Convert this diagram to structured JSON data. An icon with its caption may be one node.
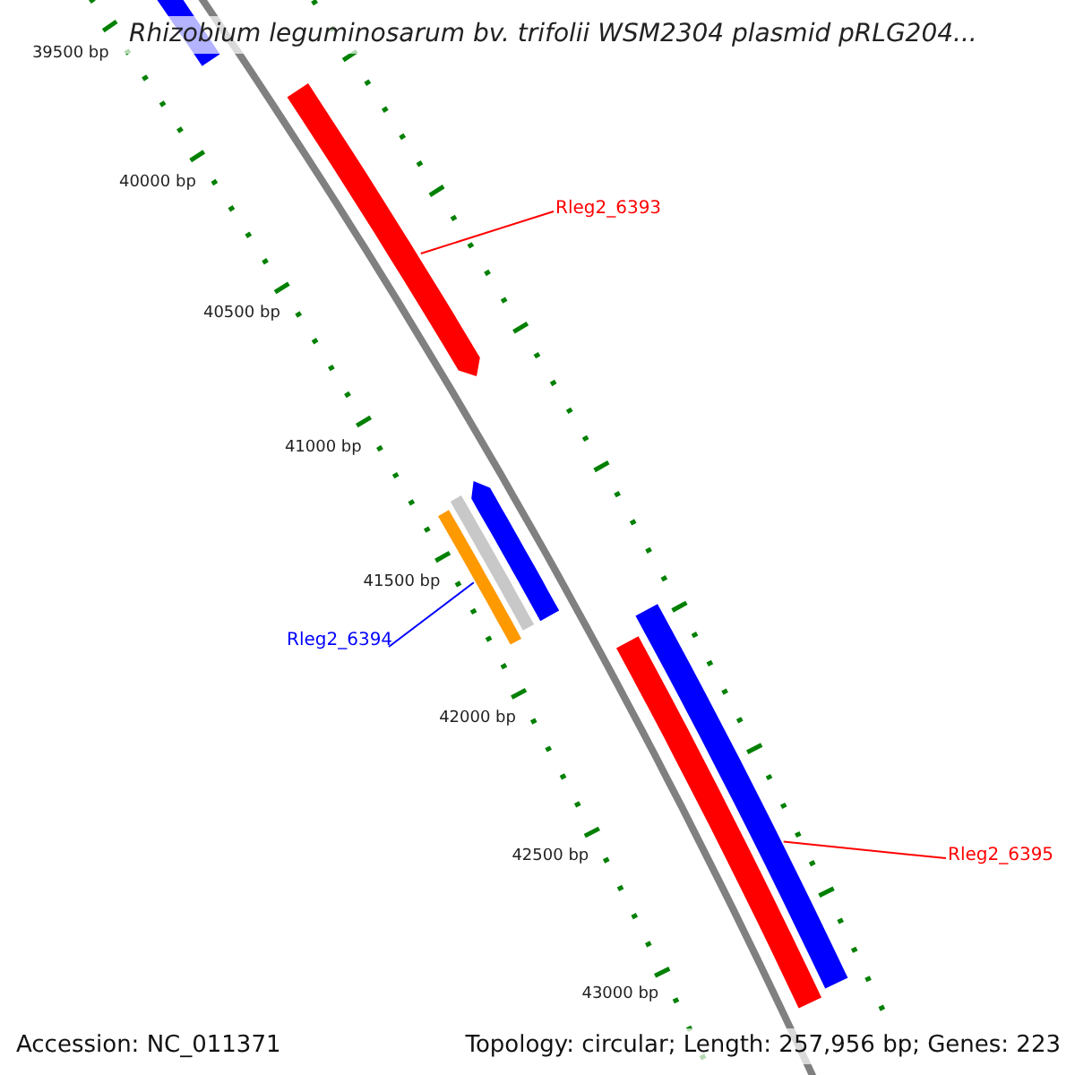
{
  "diagram": {
    "title": "Rhizobium leguminosarum bv. trifolii WSM2304 plasmid pRLG204...",
    "nodes": [
      {
        "text": [
          "Rleg2_6393"
        ]
      },
      {
        "text": [],
        "shape": "bar"
      },
      {
        "text": [
          "Rleg2_6394"
        ]
      },
      {
        "text": [],
        "shape": "bar"
      },
      {
        "text": [
          "Rleg2_6395"
        ]
      },
      {
        "text": [],
        "shape": "bar"
      }
    ],
    "edges": [
      {
        "from": 0,
        "to": 1,
        "arrow": "none"
      },
      {
        "from": 2,
        "to": 3,
        "arrow": "none",
        "color": "#0000ff"
      },
      {
        "from": 4,
        "to": 5,
        "arrow": "none"
      }
    ],
    "labels": [
      "39500 bp",
      "40000 bp",
      "40500 bp",
      "41000 bp",
      "41500 bp",
      "42000 bp",
      "42500 bp",
      "43000 bp",
      "Accession: NC_011371",
      "Topology: circular; Length: 257,956 bp; Genes: 223"
    ]
  }
}
